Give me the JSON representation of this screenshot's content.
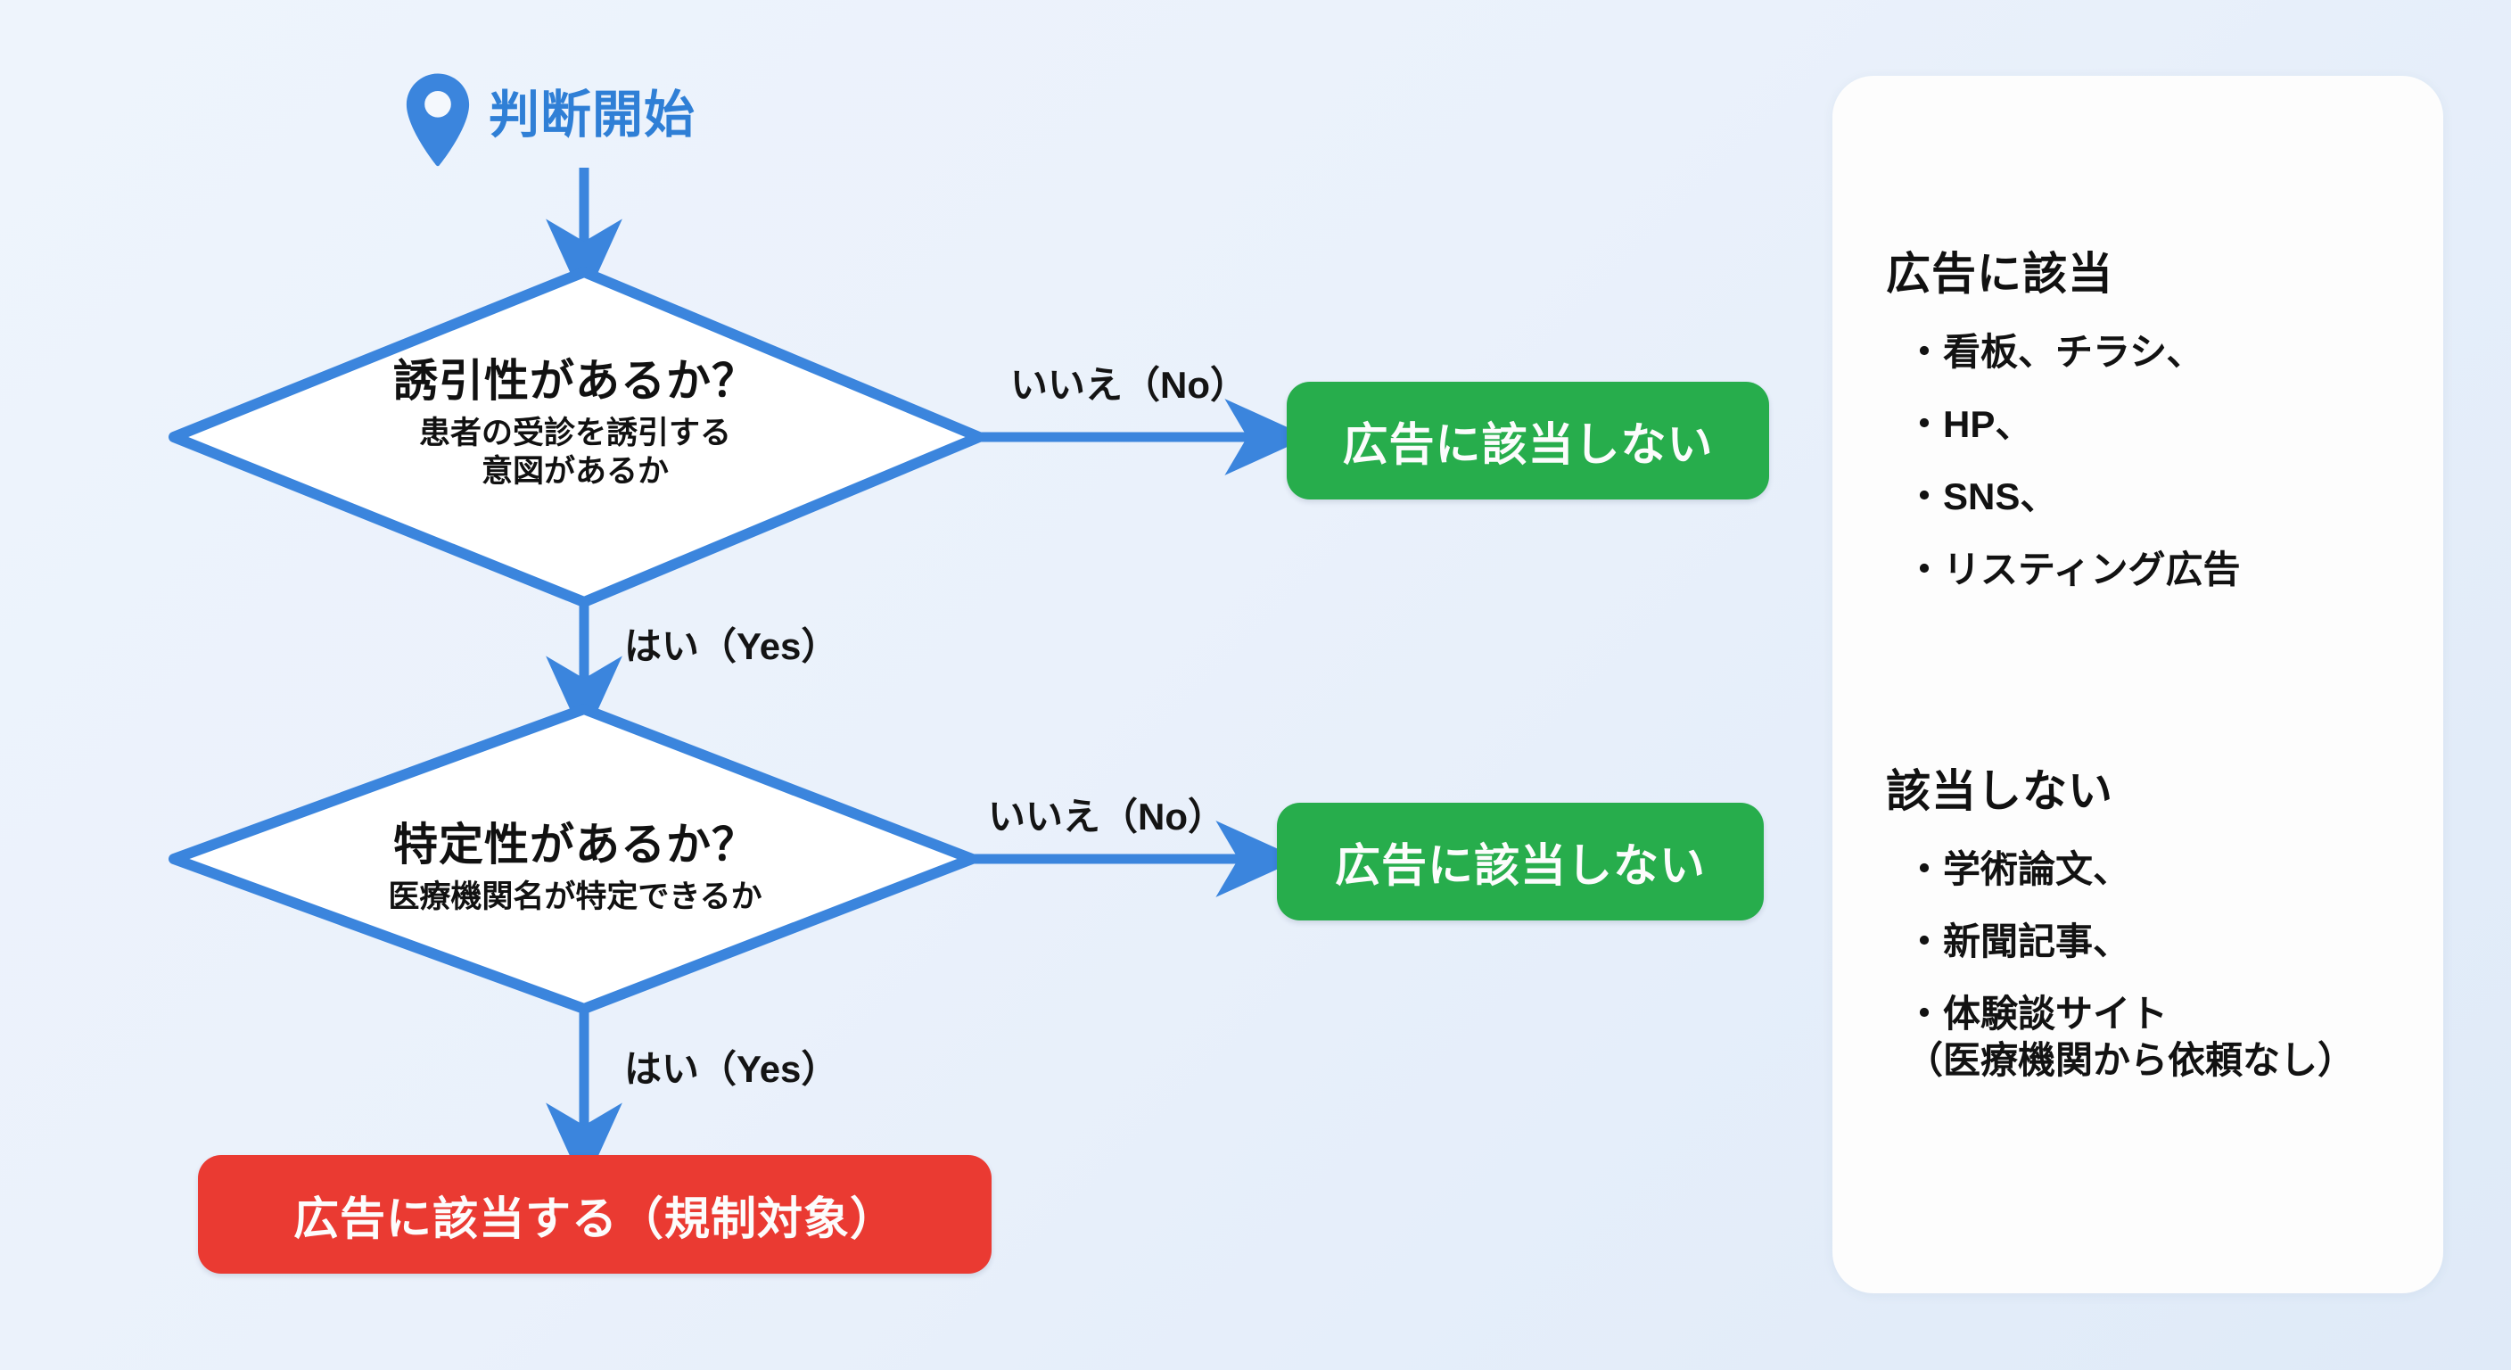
{
  "theme": {
    "background": "#eaf1fb",
    "flow_blue": "#3b85dd",
    "start_blue": "#2f7fd6",
    "green": "#27ad4c",
    "red": "#ea3a32",
    "diamond_fill": "#ffffff",
    "panel_bg": "#fdfdfd",
    "text_dark": "#111111",
    "text_light": "#fcfcfc"
  },
  "flow": {
    "start": {
      "icon": "map-pin-icon",
      "label": "判断開始"
    },
    "decisions": [
      {
        "id": "inducement",
        "title": "誘引性があるか？",
        "subtitle_line1": "患者の受診を誘引する",
        "subtitle_line2": "意図があるか",
        "no_label": "いいえ（No）",
        "yes_label": "はい（Yes）"
      },
      {
        "id": "specificity",
        "title": "特定性があるか？",
        "subtitle_line1": "医療機関名が特定できるか",
        "subtitle_line2": "",
        "no_label": "いいえ（No）",
        "yes_label": "はい（Yes）"
      }
    ],
    "outcomes": {
      "not_ad_1": "広告に該当しない",
      "not_ad_2": "広告に該当しない",
      "is_ad": "広告に該当する（規制対象）"
    }
  },
  "panel": {
    "sections": [
      {
        "heading": "広告に該当",
        "items": [
          "・看板、チラシ、",
          "・HP、",
          "・SNS、",
          "・リスティング広告"
        ]
      },
      {
        "heading": "該当しない",
        "items": [
          "・学術論文、",
          "・新聞記事、",
          "・体験談サイト\n（医療機関から依頼なし）"
        ]
      }
    ]
  }
}
